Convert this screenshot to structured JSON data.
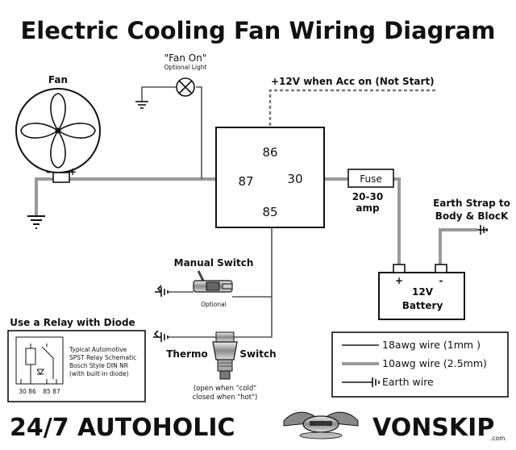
{
  "title": "Electric Cooling Fan Wiring Diagram",
  "fan": {
    "label": "Fan",
    "minus": "-",
    "plus": "+"
  },
  "light": {
    "label": "\"Fan On\"",
    "sublabel": "Optional Light"
  },
  "power": {
    "label": "+12V when Acc on (Not Start)"
  },
  "relay": {
    "pin86": "86",
    "pin87": "87",
    "pin30": "30",
    "pin85": "85"
  },
  "fuse": {
    "label": "Fuse",
    "rating_line1": "20-30",
    "rating_line2": "amp"
  },
  "earth_strap": {
    "line1": "Earth Strap to",
    "line2": "Body & BlocK"
  },
  "battery": {
    "plus": "+",
    "minus": "-",
    "line1": "12V",
    "line2": "Battery"
  },
  "manual_switch": {
    "label": "Manual Switch",
    "note": "Optional"
  },
  "thermo_switch": {
    "label_left": "Thermo",
    "label_right": "Switch",
    "note_line1": "(open when \"cold\"",
    "note_line2": "closed when \"hot\")"
  },
  "relay_note": {
    "heading": "Use a Relay with Diode",
    "line1": "Typical Automotive",
    "line2": "SPST Relay Schematic",
    "line3": "Bosch Style DIN NR",
    "line4": "(with built-in diode)",
    "pins_left": "30 86",
    "pins_right": "85 87"
  },
  "legend": {
    "items": [
      {
        "label": "18awg wire (1mm )"
      },
      {
        "label": "10awg wire (2.5mm)"
      },
      {
        "label": "Earth wire"
      }
    ]
  },
  "footer": {
    "brand_left": "24/7 AUTOHOLIC",
    "brand_right": "VONSKIP",
    "domain": ".com"
  },
  "colors": {
    "wire_18awg": "#555555",
    "wire_10awg": "#999999",
    "ink": "#111111"
  }
}
